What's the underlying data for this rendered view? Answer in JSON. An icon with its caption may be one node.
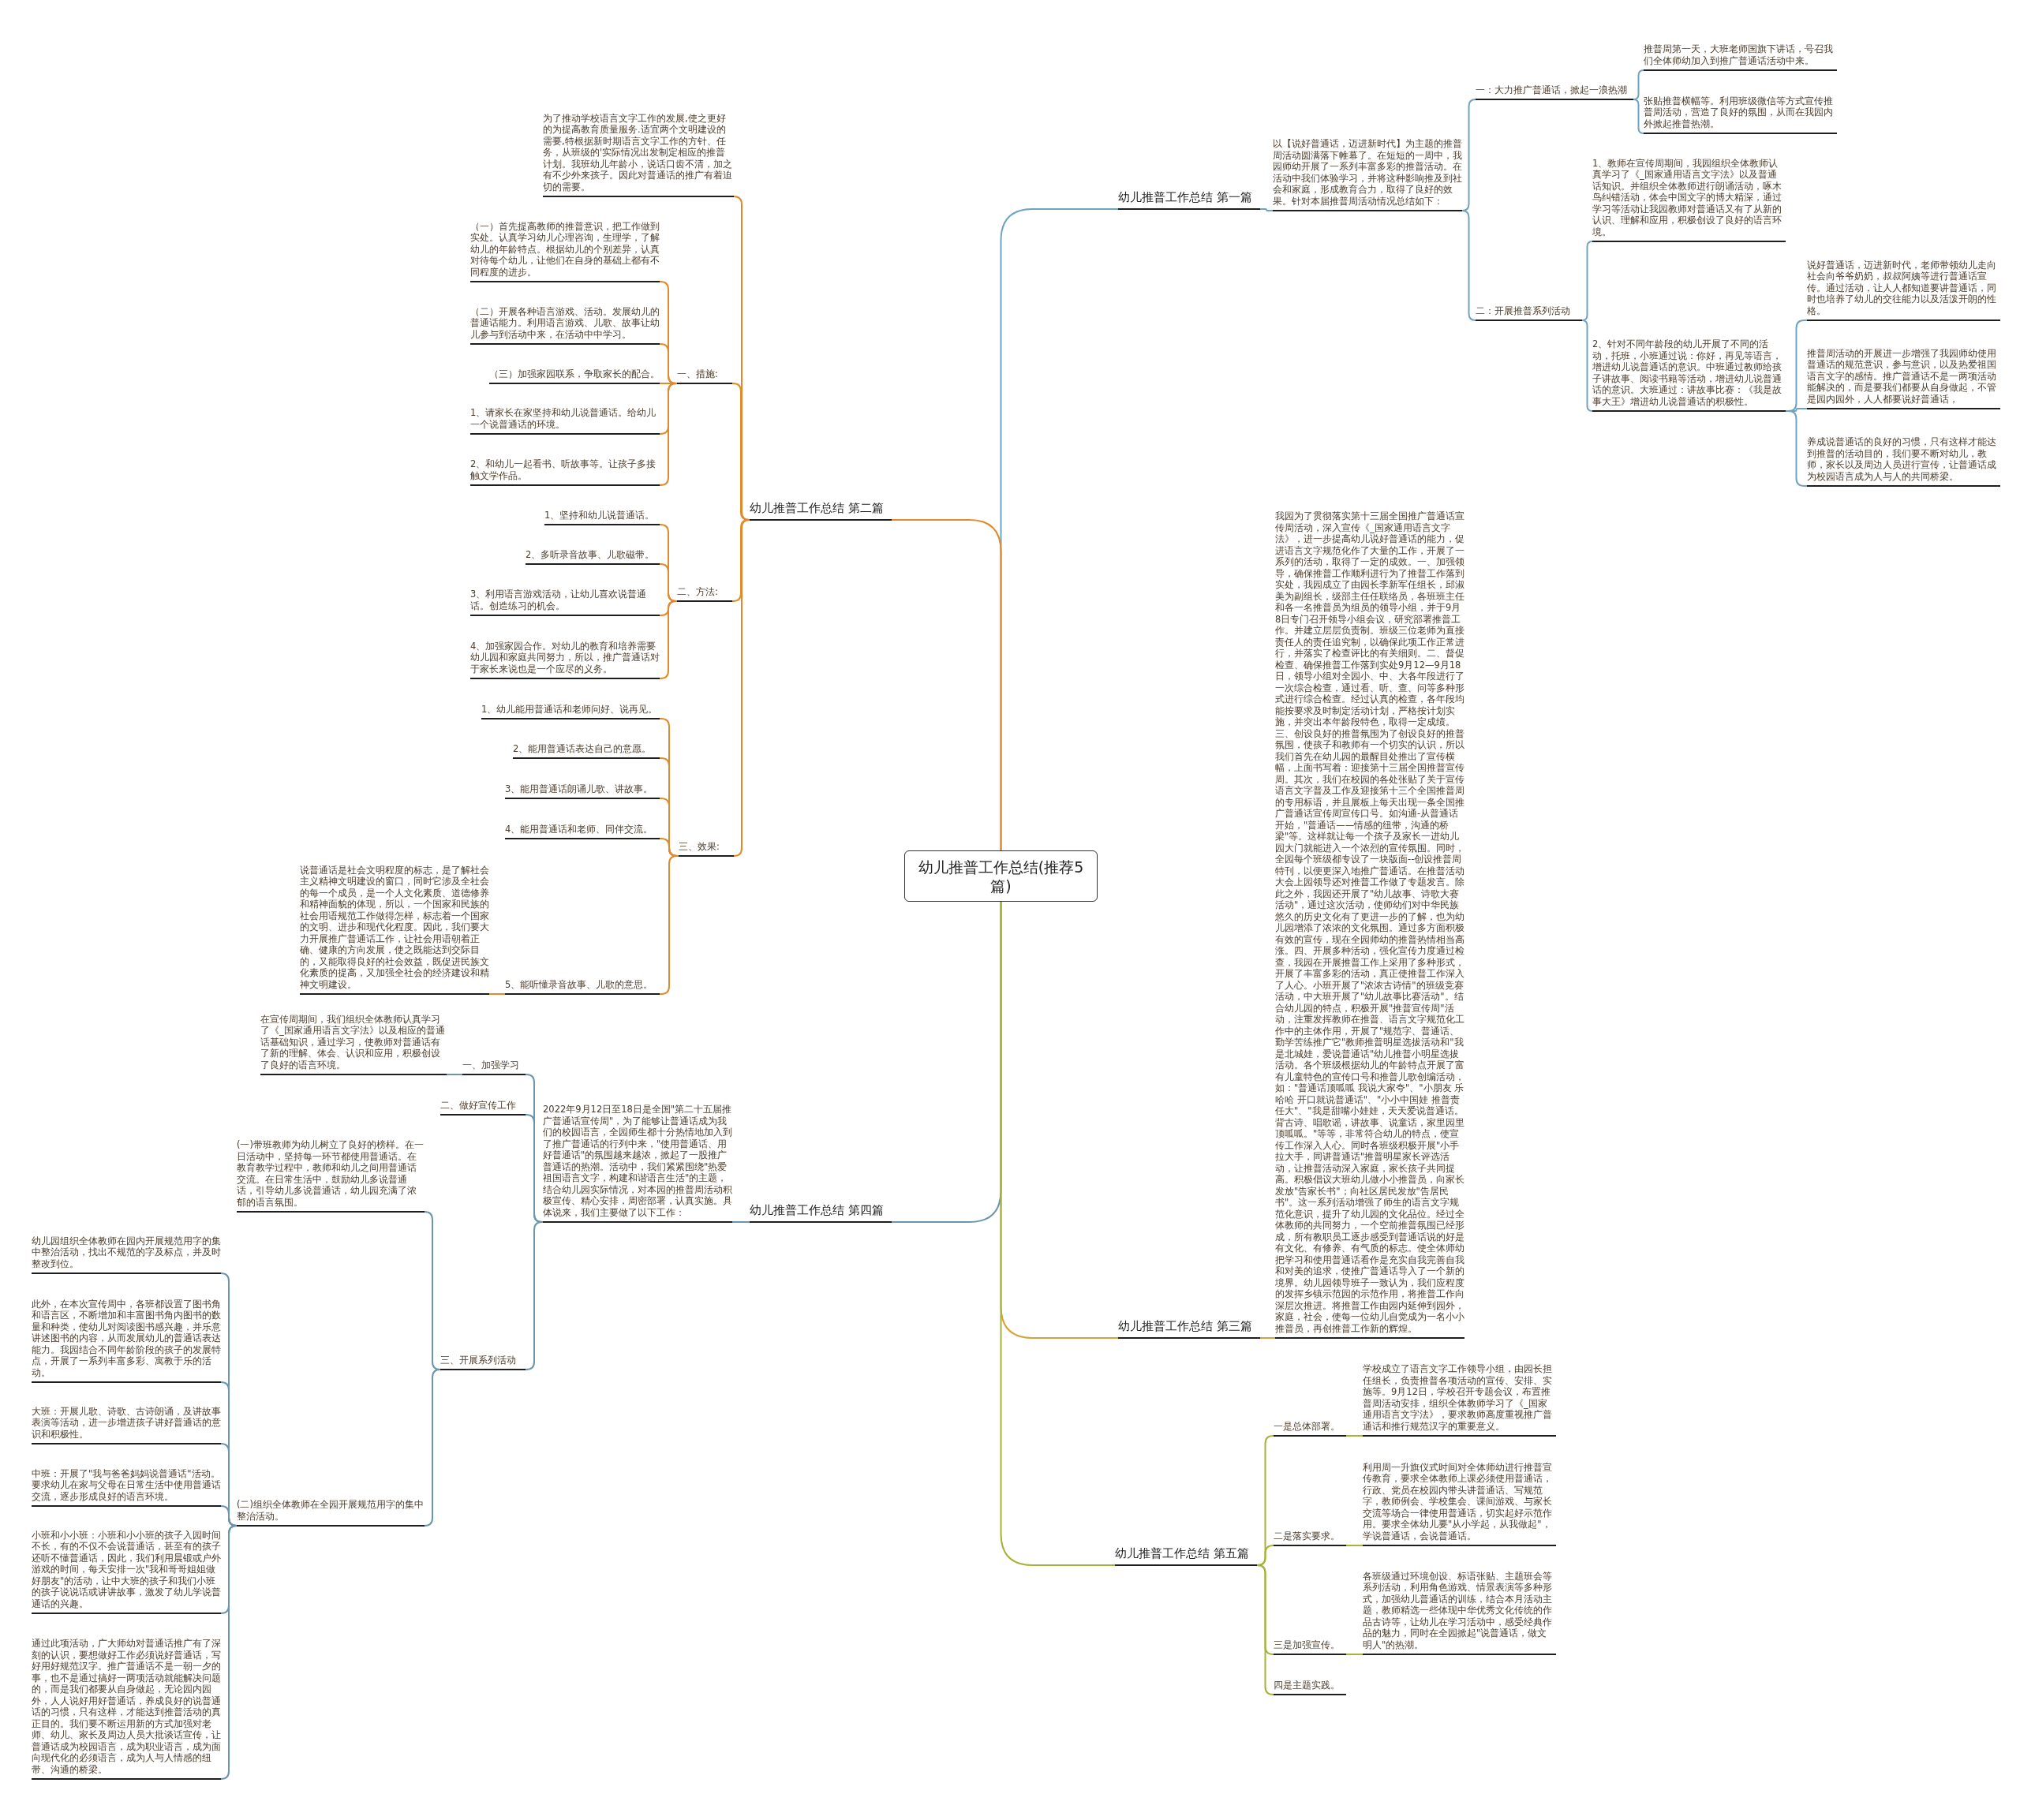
{
  "diagram": {
    "nodes": [
      {
        "text": [
          "幼儿推普工作总结(推荐5篇)"
        ]
      },
      {
        "text": [
          "幼儿推普工作总结 第一篇"
        ]
      },
      {
        "text": [
          "以【说好普通话，迈进新时代】为主题的推普周活动圆满落下帷幕了。在短短的一周中，我园师幼开展了一系列丰富多彩的推普活动。在活动中我们体验学习，并将这种影响推及到社会和家庭，形成教育合力，取得了良好的效果。针对本届推普周活动情况总结如下："
        ]
      },
      {
        "text": [
          "一：大力推广普通话，掀起一浪热潮"
        ]
      },
      {
        "text": [
          "推普周第一天，大班老师国旗下讲话，号召我们全体师幼加入到推广普通话活动中来。"
        ]
      },
      {
        "text": [
          "张贴推普横幅等。利用班级微信等方式宣传推普周活动，营造了良好的氛围，从而在我园内外掀起推普热潮。"
        ]
      },
      {
        "text": [
          "二：开展推普系列活动"
        ]
      },
      {
        "text": [
          "1、教师在宣传周期间，我园组织全体教师认真学习了《_国家通用语言文字法》以及普通话知识。并组织全体教师进行朗诵活动，啄木鸟纠错活动，体会中国文字的博大精深，通过学习等活动让我园教师对普通话又有了从新的认识、理解和应用，积极创设了良好的语言环境。"
        ]
      },
      {
        "text": [
          "2、针对不同年龄段的幼儿开展了不同的活动，托班，小班通过说：你好，再见等语言，增进幼儿说普通话的意识。中班通过教师给孩子讲故事、阅读书籍等活动，增进幼儿说普通话的意识。大班通过：讲故事比赛：《我是故事大王》增进幼儿说普通话的积极性。"
        ]
      },
      {
        "text": [
          "说好普通话，迈进新时代，老师带领幼儿走向社会向爷爷奶奶，叔叔阿姨等进行普通话宣传。通过活动，让人人都知道要讲普通话，同时也培养了幼儿的交往能力以及活泼开朗的性格。"
        ]
      },
      {
        "text": [
          "推普周活动的开展进一步增强了我园师幼使用普通话的规范意识，参与意识，以及热爱祖国语言文字的感情。推广普通话不是一两项活动能解决的，而是要我们都要从自身做起，不管是园内园外，人人都要说好普通话，"
        ]
      },
      {
        "text": [
          "养成说普通话的良好的习惯，只有这样才能达到推普的活动目的，我们要不断对幼儿，教师，家长以及周边人员进行宣传，让普通话成为校园语言成为人与人的共同桥梁。"
        ]
      },
      {
        "text": [
          "幼儿推普工作总结 第二篇"
        ]
      },
      {
        "text": [
          "为了推动学校语言文字工作的发展,使之更好的为提高教育质量服务.适宜两个文明建设的需要,特根据新时期语言文字工作的方针、任务，从班级的'实际情况出发制定相应的推普计划。我班幼儿年龄小，说话口齿不清，加之有不少外来孩子。因此对普通话的推广有着迫切的需要。"
        ]
      },
      {
        "text": [
          "一、措施:"
        ]
      },
      {
        "text": [
          "（一）首先提高教师的推普意识，把工作做到实处。认真学习幼儿心理咨询，生理学，了解幼儿的年龄特点。根据幼儿的个别差异，认真对待每个幼儿，让他们在自身的基础上都有不同程度的进步。"
        ]
      },
      {
        "text": [
          "（二）开展各种语言游戏、活动。发展幼儿的普通话能力。利用语言游戏、儿歌、故事让幼儿参与到活动中来，在活动中中学习。"
        ]
      },
      {
        "text": [
          "（三）加强家园联系，争取家长的配合。"
        ]
      },
      {
        "text": [
          "1、请家长在家坚持和幼儿说普通话。给幼儿一个说普通话的环境。"
        ]
      },
      {
        "text": [
          "2、和幼儿一起看书、听故事等。让孩子多接触文学作品。"
        ]
      },
      {
        "text": [
          "二、方法:"
        ]
      },
      {
        "text": [
          "1、坚持和幼儿说普通话。"
        ]
      },
      {
        "text": [
          "2、多听录音故事、儿歌磁带。"
        ]
      },
      {
        "text": [
          "3、利用语言游戏活动，让幼儿喜欢说普通话。创造练习的机会。"
        ]
      },
      {
        "text": [
          "4、加强家园合作。对幼儿的教育和培养需要幼儿园和家庭共同努力，所以，推广普通话对于家长来说也是一个应尽的义务。"
        ]
      },
      {
        "text": [
          "三、效果:"
        ]
      },
      {
        "text": [
          "1、幼儿能用普通话和老师问好、说再见。"
        ]
      },
      {
        "text": [
          "2、能用普通话表达自己的意愿。"
        ]
      },
      {
        "text": [
          "3、能用普通话朗诵儿歌、讲故事。"
        ]
      },
      {
        "text": [
          "4、能用普通话和老师、同伴交流。"
        ]
      },
      {
        "text": [
          "5、能听懂录音故事、儿歌的意思。"
        ]
      },
      {
        "text": [
          "说普通话是社会文明程度的标志，是了解社会主义精神文明建设的窗口，同时它涉及全社会的每一个成员，是一个人文化素质、道德修养和精神面貌的体现，所以，一个国家和民族的社会用语规范工作做得怎样，标志着一个国家的文明、进步和现代化程度。因此，我们要大力开展推广普通话工作，让社会用语朝着正确、健康的方向发展，使之既能达到交际目的，又能取得良好的社会效益，既促进民族文化素质的提高，又加强全社会的经济建设和精神文明建设。"
        ]
      },
      {
        "text": [
          "幼儿推普工作总结 第三篇"
        ]
      },
      {
        "text": [
          "我园为了贯彻落实第十三届全国推广普通话宣传周活动，深入宣传《_国家通用语言文字法》，进一步提高幼儿说好普通话的能力，促进语言文字规范化作了大量的工作，开展了一系列的活动，取得了一定的成效。一、加强领导，确保推普工作顺利进行为了推普工作落到实处，我园成立了由园长李新军任组长，邱淑美为副组长，级部主任任联络员，各班班主任和各一名推普员为组员的领导小组，并于9月8日专门召开领导小组会议，研究部署推普工作。并建立层层负责制。班级三位老师为直接责任人的责任追究制，以确保此项工作正常进行，并落实了检查评比的有关细则。二、督促检查、确保推普工作落到实处9月12—9月18日，领导小组对全园小、中、大各年段进行了一次综合检查，通过看、听、查、问等多种形式进行综合检查。经过认真的检查，各年段均能按要求及时制定活动计划，严格按计划实施，并突出本年龄段特色，取得一定成绩。三、创设良好的推普氛围为了创设良好的推普氛围，使孩子和教师有一个切实的认识，所以我们首先在幼儿园的最醒目处推出了宣传横幅，上面书写着：迎接第十三届全国推普宣传周。其次，我们在校园的各处张贴了关于宣传语言文字普及工作及迎接第十三个全国推普周的专用标语，并且展板上每天出现一条全国推广普通话宣传周宣传口号。如沟通-从普通话开始，\"普通话——情感的纽带，沟通的桥梁\"等。这样就让每一个孩子及家长一进幼儿园大门就能进入一个浓烈的宣传氛围。同时，全园每个班级都专设了一块版面--创设推普周特刊，以便更深入地推广普通话。在推普活动大会上园领导还对推普工作做了专题发言。除此之外，我园还开展了\"幼儿故事、诗歌大赛活动\"，通过这次活动，使师幼们对中华民族悠久的历史文化有了更进一步的了解，也为幼儿园增添了浓浓的文化氛围。通过多方面积极有效的宣传，现在全园师幼的推普热情相当高涨。四、开展多种活动，强化宣传力度通过检查，我园在开展推普工作上采用了多种形式，开展了丰富多彩的活动，真正使推普工作深入了人心。小班开展了\"浓浓古诗情\"的班级竞赛活动，中大班开展了\"幼儿故事比赛活动\"。结合幼儿园的特点，积极开展\"推普宣传周\"活动，注重发挥教师在推普、语言文字规范化工作中的主体作用，开展了\"规范字、普通话、勤学苦练推广它\"教师推普明星选拔活动和\"我是北城娃，爱说普通话\"幼儿推普小明星选拔活动。各个班级根据幼儿的年龄特点开展了富有儿童特色的宣传口号和推普儿歌创编活动，如：\"普通话顶呱呱 我说大家夸\"、\"小朋友 乐哈哈 开口就说普通话\"、\"小小中国娃 推普责任大\"、\"我是甜嘴小娃娃，天天爱说普通话。背古诗、唱歌谣，讲故事、说童话，家里园里顶呱呱。\"等等，非常符合幼儿的特点，使宣传工作深入人心。同时各班级积极开展\"小手拉大手，同讲普通话\"推普明星家长评选活动，让推普活动深入家庭，家长孩子共同提高。积极倡议大班幼儿做小小推普员，向家长发放\"告家长书\"；向社区居民发放\"告居民书\"。这一系列活动增强了师生的语言文字规范化意识，提升了幼儿园的文化品位。经过全体教师的共同努力，一个空前推普氛围已经形成，所有教职员工逐步感受到普通话说的好是有文化、有修养、有气质的标志。使全体师幼把学习和使用普通话看作是充实自我完善自我和对美的追求，使推广普通话导入了一个新的境界。幼儿园领导班子一致认为，我们应程度的发挥乡镇示范园的示范作用，将推普工作向深层次推进。将推普工作由园内延伸到园外，家庭，社会，使每一位幼儿自觉成为一名小小推普员，再创推普工作新的辉煌。"
        ]
      },
      {
        "text": [
          "幼儿推普工作总结 第四篇"
        ]
      },
      {
        "text": [
          "2022年9月12日至18日是全国\"第二十五届推广普通话宣传周\"，为了能够让普通话成为我们的校园语言，全园师生都十分热情地加入到了推广普通话的行列中来，\"使用普通话、用好普通话\"的氛围越来越浓，掀起了一股推广普通话的热潮。活动中，我们紧紧围绕\"热爱祖国语言文字，构建和谐语言生活\"的主题，结合幼儿园实际情况，对本园的推普周活动积极宣传、精心安排，周密部署，认真实施。具体说来，我们主要做了以下工作："
        ]
      },
      {
        "text": [
          "一、加强学习"
        ]
      },
      {
        "text": [
          "在宣传周期间，我们组织全体教师认真学习了《_国家通用语言文字法》以及相应的普通话基础知识，通过学习，使教师对普通话有了新的理解、体会、认识和应用，积极创设了良好的语言环境。"
        ]
      },
      {
        "text": [
          "二、做好宣传工作"
        ]
      },
      {
        "text": [
          "三、开展系列活动"
        ]
      },
      {
        "text": [
          "(一)带班教师为幼儿树立了良好的榜样。在一日活动中，坚持每一环节都使用普通话。在教育教学过程中，教师和幼儿之间用普通话交流。在日常生活中，鼓励幼儿多说普通话，引导幼儿多说普通话，幼儿园充满了浓郁的语言氛围。"
        ]
      },
      {
        "text": [
          "(二)组织全体教师在全园开展规范用字的集中整治活动。"
        ]
      },
      {
        "text": [
          "幼儿园组织全体教师在园内开展规范用字的集中整治活动，找出不规范的字及标点，并及时整改到位。"
        ]
      },
      {
        "text": [
          "此外，在本次宣传周中，各班都设置了图书角和语言区，不断增加和丰富图书角内图书的数量和种类，使幼儿对阅读图书感兴趣，并乐意讲述图书的内容，从而发展幼儿的普通话表达能力。我园结合不同年龄阶段的孩子的发展特点，开展了一系列丰富多彩、寓教于乐的活动。"
        ]
      },
      {
        "text": [
          "大班：开展儿歌、诗歌、古诗朗诵，及讲故事表演等活动，进一步增进孩子讲好普通话的意识和积极性。"
        ]
      },
      {
        "text": [
          "中班：开展了\"我与爸爸妈妈说普通话\"活动。要求幼儿在家与父母在日常生活中使用普通话交流，逐步形成良好的语言环境。"
        ]
      },
      {
        "text": [
          "小班和小小班：小班和小小班的孩子入园时间不长，有的不仅不会说普通话，甚至有的孩子还听不懂普通话，因此，我们利用晨锻或户外游戏的时间，每天安排一次\"我和哥哥姐姐做好朋友\"的活动，让中大班的孩子和我们小班的孩子说说话或讲讲故事，激发了幼儿学说普通话的兴趣。"
        ]
      },
      {
        "text": [
          "通过此项活动，广大师幼对普通话推广有了深刻的认识，要想做好工作必须说好普通话，写好用好规范汉字。推广普通话不是一朝一夕的事，也不是通过搞好一两项活动就能解决问题的，而是我们都要从自身做起，无论园内园外，人人说好用好普通话，养成良好的说普通话的习惯，只有这样，才能达到推普活动的真正目的。我们要不断运用新的方式加强对老师、幼儿、家长及周边人员大批谈话宣传，让普通话成为校园语言，成为职业语言，成为面向现代化的必须语言，成为人与人情感的纽带、沟通的桥梁。"
        ]
      },
      {
        "text": [
          "幼儿推普工作总结 第五篇"
        ]
      },
      {
        "text": [
          "一是总体部署。"
        ]
      },
      {
        "text": [
          "学校成立了语言文字工作领导小组，由园长担任组长，负责推普各项活动的宣传、安排、实施等。9月12日，学校召开专题会议，布置推普周活动安排，组织全体教师学习了《_国家通用语言文字法》，要求教师高度重视推广普通话和推行规范汉字的重要意义。"
        ]
      },
      {
        "text": [
          "二是落实要求。"
        ]
      },
      {
        "text": [
          "利用周一升旗仪式时间对全体师幼进行推普宣传教育，要求全体教师上课必须使用普通话，行政、党员在校园内带头讲普通话、写规范字，教师例会、学校集会、课间游戏、与家长交流等场合一律使用普通话，切实起好示范作用。要求全体幼儿要\"从小学起，从我做起\"，学说普通话，会说普通话。"
        ]
      },
      {
        "text": [
          "三是加强宣传。"
        ]
      },
      {
        "text": [
          "各班级通过环境创设、标语张贴、主题班会等系列活动，利用角色游戏、情景表演等多种形式，加强幼儿普通话的训练，结合本月活动主题，教师精选一些体现中华优秀文化传统的作品古诗等，让幼儿在学习活动中，感受经典作品的魅力，同时在全园掀起\"说普通话，做文明人\"的热潮。"
        ]
      },
      {
        "text": [
          "四是主题实践。"
        ]
      }
    ],
    "edges": [
      {
        "from": 0,
        "to": 1,
        "arrow": "none",
        "color": "#6fa3bf"
      },
      {
        "from": 1,
        "to": 2,
        "arrow": "none",
        "color": "#6fa3bf"
      },
      {
        "from": 2,
        "to": 3,
        "arrow": "none",
        "color": "#6fa3bf"
      },
      {
        "from": 3,
        "to": 4,
        "arrow": "none",
        "color": "#6fa3bf"
      },
      {
        "from": 3,
        "to": 5,
        "arrow": "none",
        "color": "#6fa3bf"
      },
      {
        "from": 2,
        "to": 6,
        "arrow": "none",
        "color": "#6fa3bf"
      },
      {
        "from": 6,
        "to": 7,
        "arrow": "none",
        "color": "#6fa3bf"
      },
      {
        "from": 6,
        "to": 8,
        "arrow": "none",
        "color": "#6fa3bf"
      },
      {
        "from": 8,
        "to": 9,
        "arrow": "none",
        "color": "#6fa3bf"
      },
      {
        "from": 8,
        "to": 10,
        "arrow": "none",
        "color": "#6fa3bf"
      },
      {
        "from": 8,
        "to": 11,
        "arrow": "none",
        "color": "#6fa3bf"
      },
      {
        "from": 0,
        "to": 12,
        "arrow": "none"
      },
      {
        "from": 12,
        "to": 13,
        "arrow": "none"
      },
      {
        "from": 12,
        "to": 14,
        "arrow": "none"
      },
      {
        "from": 14,
        "to": 15,
        "arrow": "none"
      },
      {
        "from": 14,
        "to": 16,
        "arrow": "none"
      },
      {
        "from": 14,
        "to": 17,
        "arrow": "none"
      },
      {
        "from": 14,
        "to": 18,
        "arrow": "none"
      },
      {
        "from": 14,
        "to": 19,
        "arrow": "none"
      },
      {
        "from": 12,
        "to": 20,
        "arrow": "none"
      },
      {
        "from": 20,
        "to": 21,
        "arrow": "none"
      },
      {
        "from": 20,
        "to": 22,
        "arrow": "none"
      },
      {
        "from": 20,
        "to": 23,
        "arrow": "none"
      },
      {
        "from": 20,
        "to": 24,
        "arrow": "none"
      },
      {
        "from": 12,
        "to": 25,
        "arrow": "none"
      },
      {
        "from": 25,
        "to": 26,
        "arrow": "none"
      },
      {
        "from": 25,
        "to": 27,
        "arrow": "none"
      },
      {
        "from": 25,
        "to": 28,
        "arrow": "none"
      },
      {
        "from": 25,
        "to": 29,
        "arrow": "none"
      },
      {
        "from": 25,
        "to": 30,
        "arrow": "none"
      },
      {
        "from": 30,
        "to": 31,
        "arrow": "none"
      },
      {
        "from": 0,
        "to": 32,
        "arrow": "none",
        "color": "#d6a23a"
      },
      {
        "from": 32,
        "to": 33,
        "arrow": "none",
        "color": "#d6a23a"
      },
      {
        "from": 0,
        "to": 34,
        "arrow": "none",
        "color": "#6b95ab"
      },
      {
        "from": 34,
        "to": 35,
        "arrow": "none",
        "color": "#6b95ab"
      },
      {
        "from": 35,
        "to": 36,
        "arrow": "none",
        "color": "#6b95ab"
      },
      {
        "from": 36,
        "to": 37,
        "arrow": "none",
        "color": "#6b95ab"
      },
      {
        "from": 35,
        "to": 38,
        "arrow": "none",
        "color": "#6b95ab"
      },
      {
        "from": 35,
        "to": 39,
        "arrow": "none",
        "color": "#6b95ab"
      },
      {
        "from": 39,
        "to": 40,
        "arrow": "none",
        "color": "#6b95ab"
      },
      {
        "from": 39,
        "to": 41,
        "arrow": "none",
        "color": "#6b95ab"
      },
      {
        "from": 41,
        "to": 42,
        "arrow": "none",
        "color": "#6b95ab"
      },
      {
        "from": 41,
        "to": 43,
        "arrow": "none",
        "color": "#6b95ab"
      },
      {
        "from": 41,
        "to": 44,
        "arrow": "none",
        "color": "#6b95ab"
      },
      {
        "from": 41,
        "to": 45,
        "arrow": "none",
        "color": "#6b95ab"
      },
      {
        "from": 41,
        "to": 46,
        "arrow": "none",
        "color": "#6b95ab"
      },
      {
        "from": 41,
        "to": 47,
        "arrow": "none",
        "color": "#6b95ab"
      },
      {
        "from": 0,
        "to": 48,
        "arrow": "none",
        "color": "#a8b23a"
      },
      {
        "from": 48,
        "to": 49,
        "arrow": "none",
        "color": "#a8b23a"
      },
      {
        "from": 49,
        "to": 50,
        "arrow": "none",
        "color": "#a8b23a"
      },
      {
        "from": 48,
        "to": 51,
        "arrow": "none",
        "color": "#a8b23a"
      },
      {
        "from": 51,
        "to": 52,
        "arrow": "none",
        "color": "#a8b23a"
      },
      {
        "from": 48,
        "to": 53,
        "arrow": "none",
        "color": "#a8b23a"
      },
      {
        "from": 53,
        "to": 54,
        "arrow": "none",
        "color": "#a8b23a"
      },
      {
        "from": 48,
        "to": 55,
        "arrow": "none",
        "color": "#a8b23a"
      }
    ]
  }
}
